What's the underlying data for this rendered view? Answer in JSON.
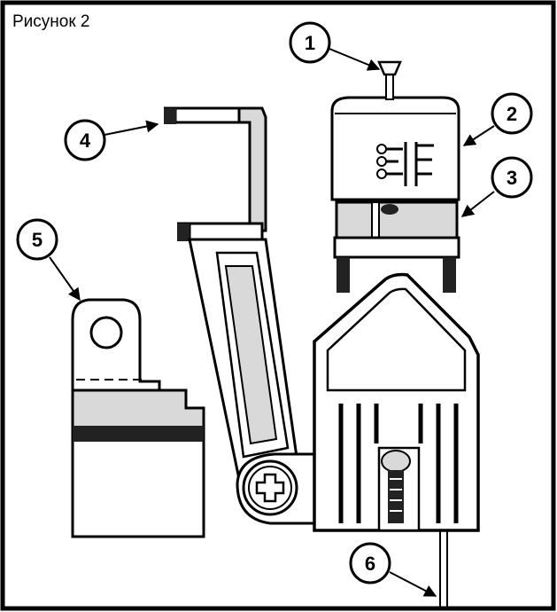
{
  "figure": {
    "title": "Рисунок 2",
    "callouts": [
      {
        "id": "1",
        "label": "1"
      },
      {
        "id": "2",
        "label": "2"
      },
      {
        "id": "3",
        "label": "3"
      },
      {
        "id": "4",
        "label": "4"
      },
      {
        "id": "5",
        "label": "5"
      },
      {
        "id": "6",
        "label": "6"
      }
    ]
  },
  "colors": {
    "stroke": "#000000",
    "background": "#ffffff",
    "shade": "#d9d9d9",
    "dark": "#222222"
  }
}
